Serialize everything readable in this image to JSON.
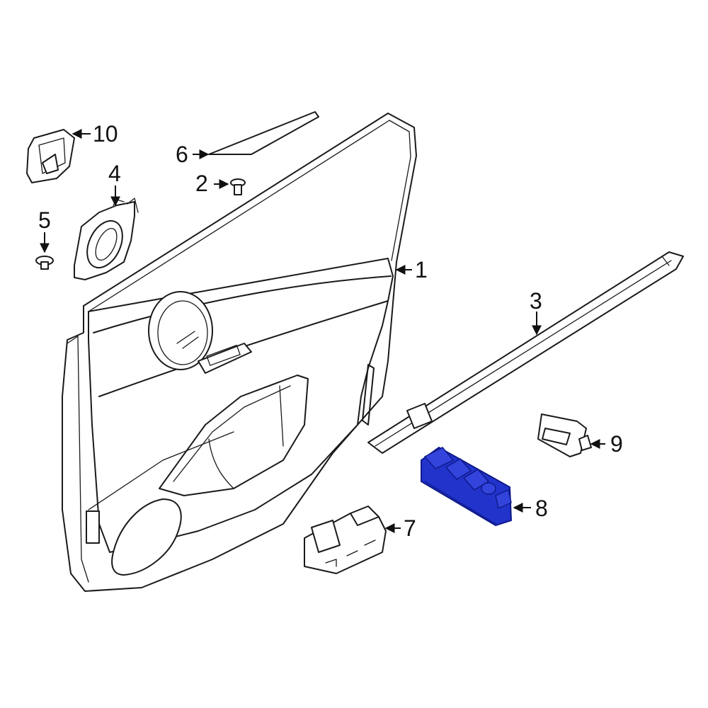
{
  "diagram": {
    "highlight_color": "#2233cc",
    "highlight_dark": "#0f1a8a",
    "callouts": [
      {
        "id": "callout-1",
        "label": "1"
      },
      {
        "id": "callout-2",
        "label": "2"
      },
      {
        "id": "callout-3",
        "label": "3"
      },
      {
        "id": "callout-4",
        "label": "4"
      },
      {
        "id": "callout-5",
        "label": "5"
      },
      {
        "id": "callout-6",
        "label": "6"
      },
      {
        "id": "callout-7",
        "label": "7"
      },
      {
        "id": "callout-8",
        "label": "8"
      },
      {
        "id": "callout-9",
        "label": "9"
      },
      {
        "id": "callout-10",
        "label": "10"
      }
    ]
  }
}
